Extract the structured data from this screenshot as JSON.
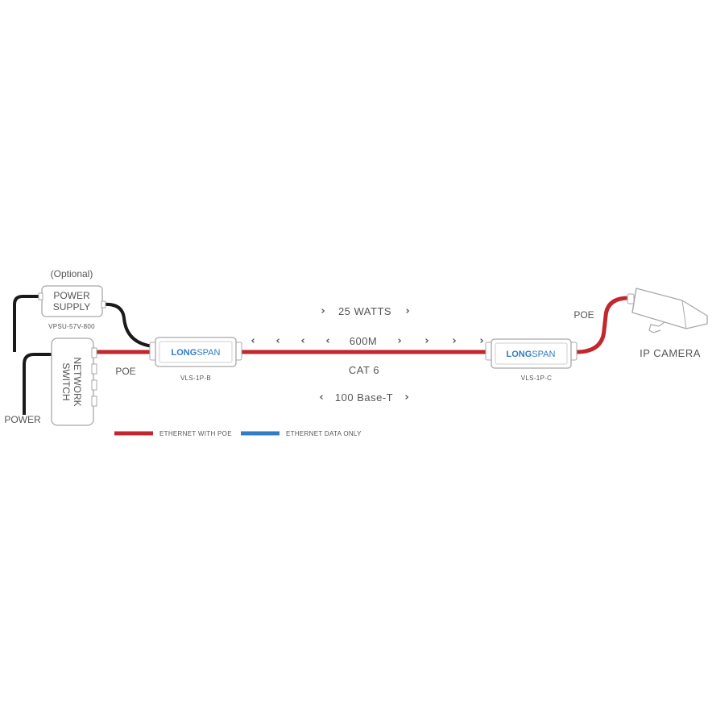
{
  "colors": {
    "poe_cable": "#c1272d",
    "data_cable": "#2f7dc3",
    "power_cable": "#1a1a1a",
    "outline": "#a9a9a9",
    "label": "#555555"
  },
  "power_supply": {
    "optional_label": "(Optional)",
    "line1": "POWER",
    "line2": "SUPPLY",
    "model": "VPSU-57V-800"
  },
  "network_switch": {
    "line1": "NETWORK",
    "line2": "SWITCH"
  },
  "power_label": "POWER",
  "poe_left": "POE",
  "poe_right": "POE",
  "transmitter": {
    "logo_bold": "LONG",
    "logo_light": "SPAN",
    "model": "VLS-1P-B"
  },
  "receiver": {
    "logo_bold": "LONG",
    "logo_light": "SPAN",
    "model": "VLS-1P-C"
  },
  "span": {
    "watts": "25 WATTS",
    "distance": "600M",
    "cable": "CAT 6",
    "speed": "100 Base-T",
    "chevron_left": "‹",
    "chevron_right": "›"
  },
  "camera": {
    "label": "IP CAMERA"
  },
  "legend": [
    {
      "label": "ETHERNET WITH POE",
      "color": "#c1272d"
    },
    {
      "label": "ETHERNET DATA ONLY",
      "color": "#2f7dc3"
    }
  ]
}
